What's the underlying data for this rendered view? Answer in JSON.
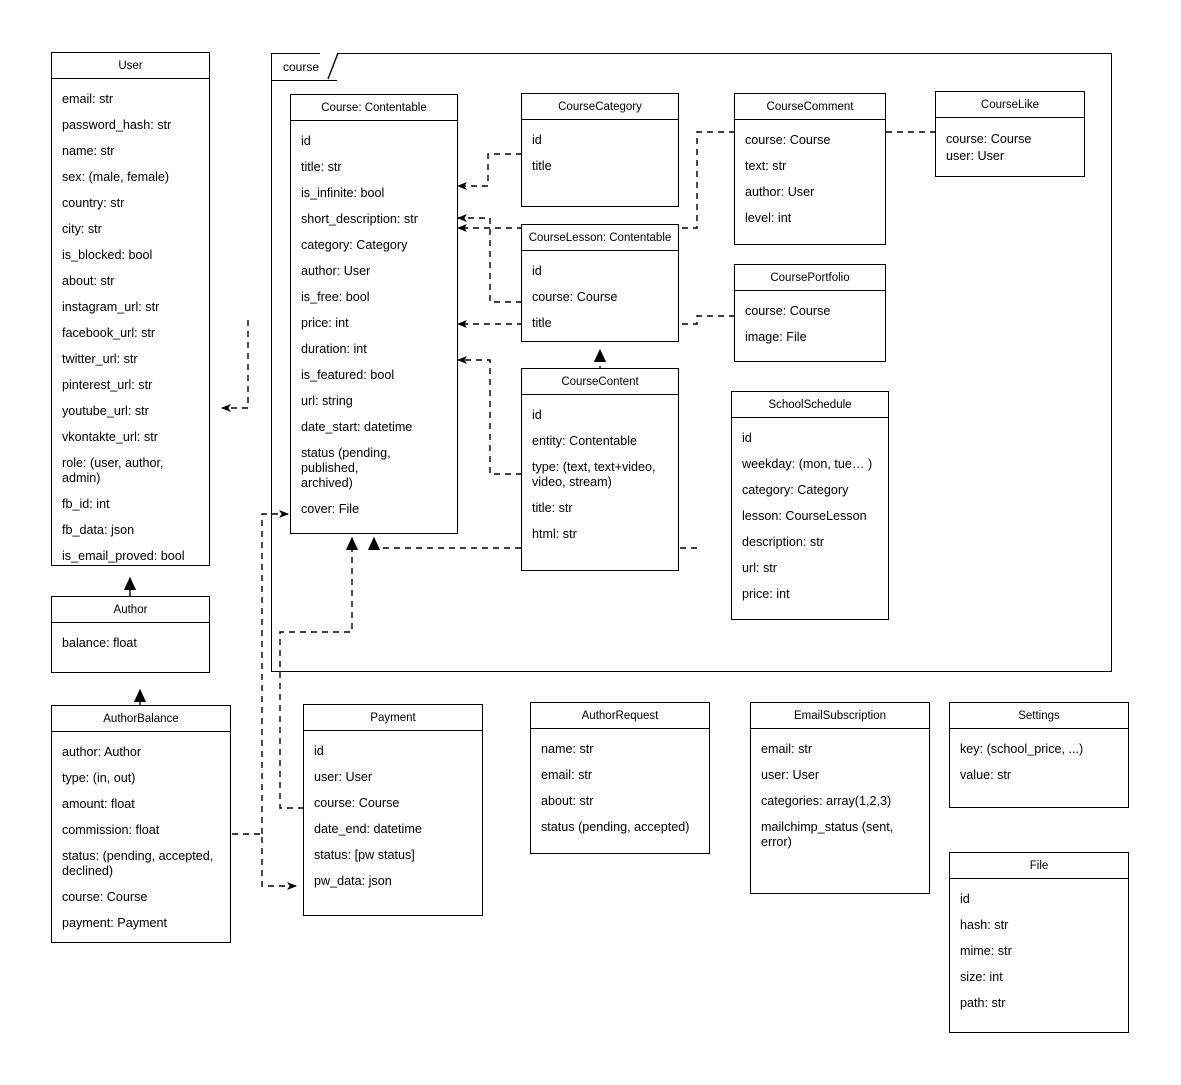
{
  "diagram": {
    "type": "uml-class-diagram",
    "title": "",
    "package": {
      "label": "course"
    }
  },
  "classes": [
    {
      "id": "user",
      "name": "User",
      "attributes": [
        "email: str",
        "password_hash: str",
        "name: str",
        "sex: (male, female)",
        "country: str",
        "city: str",
        "is_blocked: bool",
        "about: str",
        "instagram_url: str",
        "facebook_url: str",
        "twitter_url: str",
        "pinterest_url: str",
        "youtube_url: str",
        "vkontakte_url: str",
        "role: (user, author, admin)",
        "fb_id: int",
        "fb_data: json",
        "is_email_proved: bool"
      ]
    },
    {
      "id": "author",
      "name": "Author",
      "attributes": [
        "balance: float"
      ]
    },
    {
      "id": "author-balance",
      "name": "AuthorBalance",
      "attributes": [
        "author: Author",
        "type: (in, out)",
        "amount: float",
        "commission: float",
        "status: (pending, accepted,\ndeclined)",
        "course: Course",
        "payment: Payment"
      ]
    },
    {
      "id": "course",
      "name": "Course: Contentable",
      "attributes": [
        "id",
        "title: str",
        "is_infinite: bool",
        "short_description: str",
        "category: Category",
        "author: User",
        "is_free: bool",
        "price: int",
        "duration: int",
        "is_featured: bool",
        "url: string",
        "date_start: datetime",
        "status (pending, published,\narchived)",
        "cover: File"
      ]
    },
    {
      "id": "course-category",
      "name": "CourseCategory",
      "attributes": [
        "id",
        "title"
      ]
    },
    {
      "id": "course-lesson",
      "name": "CourseLesson: Contentable",
      "attributes": [
        "id",
        "course: Course",
        "title"
      ]
    },
    {
      "id": "course-content",
      "name": "CourseContent",
      "attributes": [
        "id",
        "entity: Contentable",
        "type: (text, text+video,\nvideo, stream)",
        "title: str",
        "html: str"
      ]
    },
    {
      "id": "course-comment",
      "name": "CourseComment",
      "attributes": [
        "course: Course",
        "text: str",
        "author: User",
        "level: int"
      ]
    },
    {
      "id": "course-portfolio",
      "name": "CoursePortfolio",
      "attributes": [
        "course: Course",
        "image: File"
      ]
    },
    {
      "id": "course-like",
      "name": "CourseLike",
      "attributes": [
        "course: Course",
        "user: User"
      ]
    },
    {
      "id": "school-schedule",
      "name": "SchoolSchedule",
      "attributes": [
        "id",
        "weekday: (mon, tue… )",
        "category: Category",
        "lesson: CourseLesson",
        "description: str",
        "url: str",
        "price: int"
      ]
    },
    {
      "id": "payment",
      "name": "Payment",
      "attributes": [
        "id",
        "user: User",
        "course: Course",
        "date_end: datetime",
        "status: [pw status]",
        "pw_data: json"
      ]
    },
    {
      "id": "author-request",
      "name": "AuthorRequest",
      "attributes": [
        "name: str",
        "email: str",
        "about: str",
        "status (pending, accepted)"
      ]
    },
    {
      "id": "email-subscription",
      "name": "EmailSubscription",
      "attributes": [
        "email: str",
        "user: User",
        "categories: array(1,2,3)",
        "mailchimp_status (sent, error)"
      ]
    },
    {
      "id": "settings",
      "name": "Settings",
      "attributes": [
        "key: (school_price, ...)",
        "value: str"
      ]
    },
    {
      "id": "file",
      "name": "File",
      "attributes": [
        "id",
        "hash: str",
        "mime: str",
        "size: int",
        "path: str"
      ]
    }
  ],
  "relations": [
    {
      "from": "author",
      "to": "user",
      "style": "solid",
      "arrow": "inheritance"
    },
    {
      "from": "author-balance",
      "to": "author",
      "style": "dashed",
      "arrow": "open"
    },
    {
      "from": "course-category",
      "to": "course",
      "style": "dashed",
      "arrow": "open"
    },
    {
      "from": "course-lesson",
      "to": "course",
      "style": "dashed",
      "arrow": "open"
    },
    {
      "from": "course-content",
      "to": "course",
      "style": "dashed",
      "arrow": "open"
    },
    {
      "from": "course-comment",
      "to": "course",
      "style": "dashed",
      "arrow": "open"
    },
    {
      "from": "course-comment",
      "to": "user",
      "style": "dashed",
      "arrow": "open"
    },
    {
      "from": "course-portfolio",
      "to": "course",
      "style": "dashed",
      "arrow": "open"
    },
    {
      "from": "course-like",
      "to": "course",
      "style": "dashed",
      "arrow": "open"
    },
    {
      "from": "course-like",
      "to": "user",
      "style": "dashed",
      "arrow": "open"
    },
    {
      "from": "school-schedule",
      "to": "course-lesson",
      "style": "dashed",
      "arrow": "open"
    },
    {
      "from": "payment",
      "to": "course",
      "style": "dashed",
      "arrow": "open"
    },
    {
      "from": "author-balance",
      "to": "course",
      "style": "dashed",
      "arrow": "open"
    },
    {
      "from": "author-balance",
      "to": "payment",
      "style": "dashed",
      "arrow": "open"
    },
    {
      "from": "course-content",
      "to": "course-lesson",
      "style": "dashed",
      "arrow": "open"
    }
  ],
  "colors": {
    "stroke": "#000000",
    "fill": "#ffffff",
    "text": "#000000"
  }
}
